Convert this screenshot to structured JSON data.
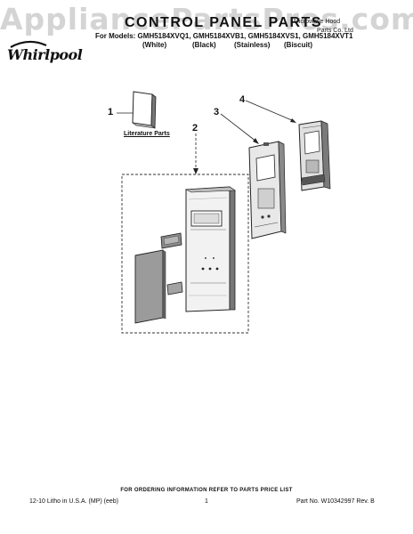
{
  "watermark": "AppliancePartsPros.com",
  "header": {
    "title": "CONTROL PANEL PARTS",
    "top_right_line1": "Microwave Hood",
    "top_right_line2": "Parts Co. Ltd",
    "models_line": "For Models: GMH5184XVQ1, GMH5184XVB1, GMH5184XVS1, GMH5184XVT1",
    "colors": [
      "(White)",
      "(Black)",
      "(Stainless)",
      "(Biscuit)"
    ],
    "brand": "Whirlpool"
  },
  "diagram": {
    "callouts": [
      "1",
      "2",
      "3",
      "4"
    ],
    "literature_label": "Literature Parts"
  },
  "footer": {
    "ordering_note": "FOR ORDERING INFORMATION REFER TO PARTS PRICE LIST",
    "litho": "12-10 Litho in U.S.A. (MP) (eeb)",
    "page": "1",
    "part_no": "Part No. W10342997 Rev. B"
  }
}
